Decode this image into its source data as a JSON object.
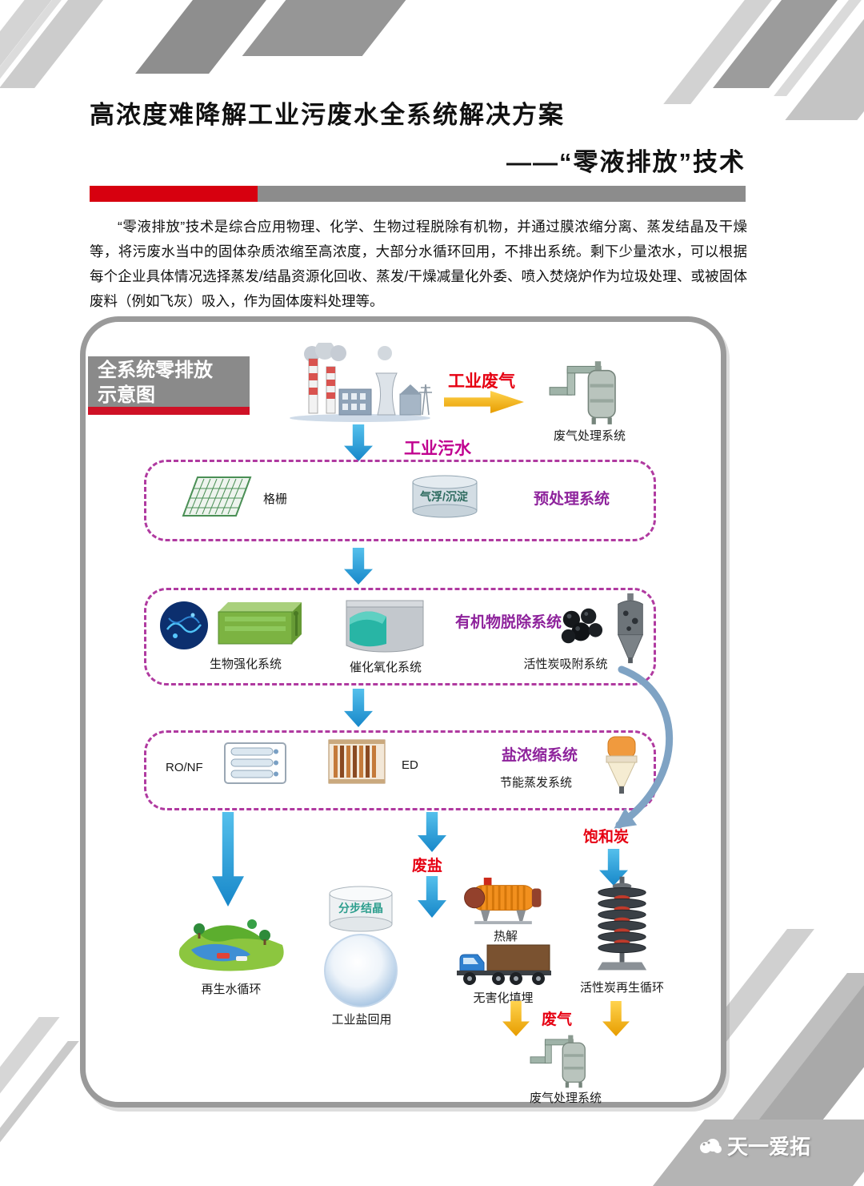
{
  "header": {
    "title_line1": "高浓度难降解工业污废水全系统解决方案",
    "title_line2": "——“零液排放”技术"
  },
  "intro": {
    "text": "“零液排放”技术是综合应用物理、化学、生物过程脱除有机物，并通过膜浓缩分离、蒸发结晶及干燥等，将污废水当中的固体杂质浓缩至高浓度，大部分水循环回用，不排出系统。剩下少量浓水，可以根据每个企业具体情况选择蒸发/结晶资源化回收、蒸发/干燥减量化外委、喷入焚烧炉作为垃圾处理、或被固体废料（例如飞灰）吸入，作为固体废料处理等。"
  },
  "diagram": {
    "badge": {
      "line1": "全系统零排放",
      "line2": "示意图"
    },
    "top": {
      "industrial_gas": "工业废气",
      "gas_treatment_label": "废气处理系统",
      "industrial_wastewater": "工业污水"
    },
    "pretreatment": {
      "grid_label": "格栅",
      "flotation_label": "气浮/沉淀",
      "title": "预处理系统"
    },
    "organic": {
      "bio_label": "生物强化系统",
      "catalytic_label": "催化氧化系统",
      "title": "有机物脱除系统",
      "carbon_label": "活性炭吸附系统"
    },
    "salt": {
      "ro_nf_label": "RO/NF",
      "ed_label": "ED",
      "title": "盐浓缩系统",
      "evaporation_label": "节能蒸发系统"
    },
    "mid": {
      "waste_salt": "废盐",
      "saturated_carbon": "饱和炭"
    },
    "bottom": {
      "water_recycle": "再生水循环",
      "crystallization": "分步结晶",
      "salt_reuse": "工业盐回用",
      "pyrolysis": "热解",
      "landfill": "无害化填埋",
      "carbon_regen": "活性炭再生循环",
      "waste_gas": "废气",
      "gas_treatment_label": "废气处理系统"
    }
  },
  "watermark": {
    "text": "天一爱拓"
  },
  "colors": {
    "accent_red": "#d7000f",
    "label_red": "#e60012",
    "purple_title": "#8e239c",
    "magenta_label": "#c0008f",
    "dashed_border": "#b03aa0",
    "arrow_blue": "#1787c9",
    "arrow_yellow": "#e79d00",
    "frame_gray": "#9a9a9a",
    "badge_gray": "#8a8a8a"
  },
  "icons": {
    "factory": "factory-icon",
    "gas_scrubber": "scrubber-tower-icon",
    "bar_screen": "bar-screen-grid-icon",
    "flotation_tank": "flotation-tank-icon",
    "bio_reactor": "bio-reactor-icon",
    "catalytic_tank": "catalytic-oxidation-tank-icon",
    "carbon_adsorber": "activated-carbon-adsorber-icon",
    "membrane": "ro-nf-membrane-icon",
    "electrodialysis": "ed-stack-icon",
    "evaporator": "evaporator-vessel-icon",
    "landscape": "water-recycle-landscape-icon",
    "crystallizer": "crystallizer-tank-icon",
    "salt_dish": "industrial-salt-icon",
    "pyrolysis_unit": "pyrolysis-exchanger-icon",
    "truck": "landfill-truck-icon",
    "regen_column": "carbon-regeneration-column-icon",
    "cloud_logo": "brand-cloud-icon"
  }
}
